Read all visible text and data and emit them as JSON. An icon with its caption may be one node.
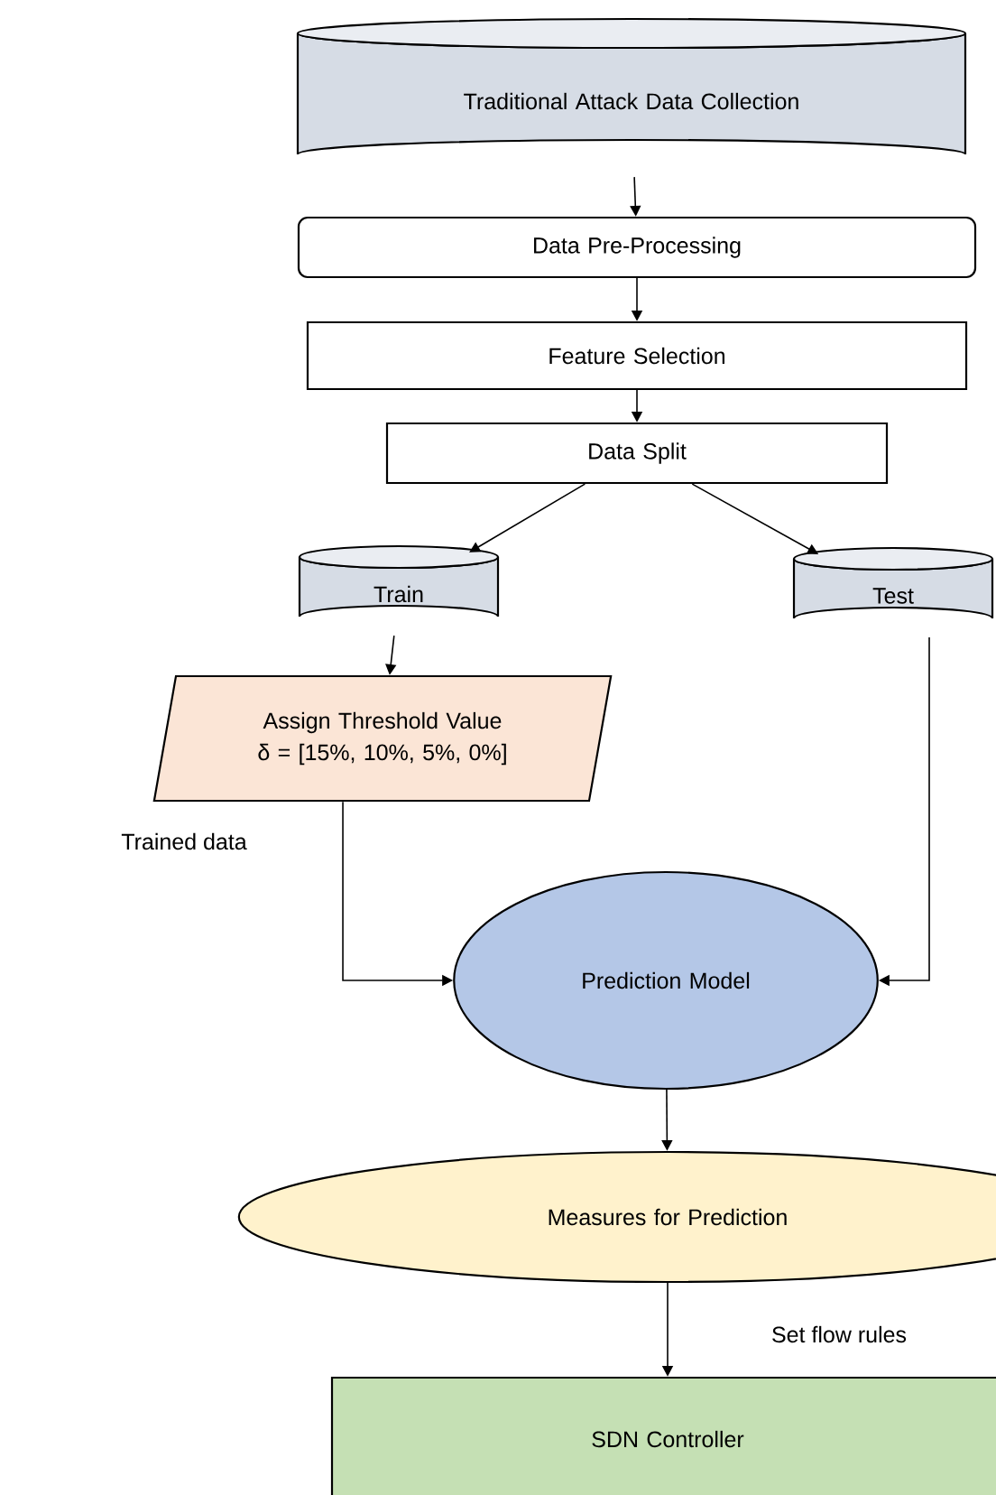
{
  "diagram": {
    "nodes": [
      {
        "text": [
          "Traditional Attack Data Collection"
        ]
      },
      {
        "text": [
          "Data Pre-Processing"
        ]
      },
      {
        "text": [
          "Feature Selection"
        ]
      },
      {
        "text": [
          "Data Split"
        ]
      },
      {
        "text": [
          "Train"
        ]
      },
      {
        "text": [
          "Test"
        ]
      },
      {
        "text": [
          "Assign Threshold Value",
          "δ = [15%, 10%, 5%, 0%]"
        ]
      },
      {
        "text": [
          "Prediction Model"
        ]
      },
      {
        "text": [
          "Measures for Prediction"
        ]
      },
      {
        "text": [
          "SDN Controller"
        ]
      }
    ],
    "edges": [
      {
        "from": 0,
        "to": 1,
        "arrow": "to"
      },
      {
        "from": 1,
        "to": 2,
        "arrow": "to"
      },
      {
        "from": 2,
        "to": 3,
        "arrow": "to"
      },
      {
        "from": 3,
        "to": 4,
        "arrow": "to"
      },
      {
        "from": 3,
        "to": 5,
        "arrow": "to"
      },
      {
        "from": 4,
        "to": 6,
        "arrow": "to"
      },
      {
        "from": 6,
        "to": 7,
        "arrow": "to",
        "label": "Trained data"
      },
      {
        "from": 5,
        "to": 7,
        "arrow": "to"
      },
      {
        "from": 7,
        "to": 8,
        "arrow": "to"
      },
      {
        "from": 8,
        "to": 9,
        "arrow": "to",
        "label": "Set flow rules"
      }
    ]
  }
}
